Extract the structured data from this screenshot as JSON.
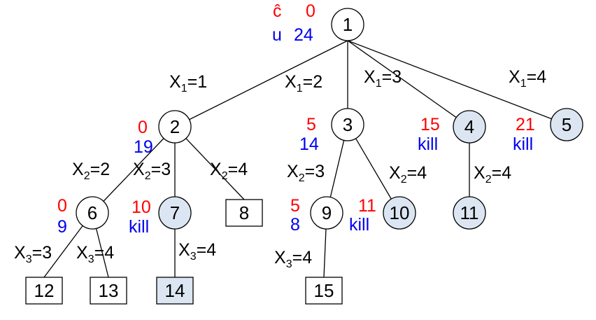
{
  "legend": {
    "cost_symbol": "ĉ",
    "cost_value": "0",
    "bound_symbol": "u",
    "bound_value": "24"
  },
  "colors": {
    "cost": "#ff0000",
    "bound": "#0000ee",
    "killed_fill": "#dce6f2",
    "node_fill": "#ffffff"
  },
  "nodes": [
    {
      "id": "1",
      "label": "1",
      "shape": "circle",
      "killed": false
    },
    {
      "id": "2",
      "label": "2",
      "shape": "circle",
      "killed": false,
      "cost": "0",
      "bound": "19"
    },
    {
      "id": "3",
      "label": "3",
      "shape": "circle",
      "killed": false,
      "cost": "5",
      "bound": "14"
    },
    {
      "id": "4",
      "label": "4",
      "shape": "circle",
      "killed": true,
      "cost": "15",
      "bound": "kill"
    },
    {
      "id": "5",
      "label": "5",
      "shape": "circle",
      "killed": true,
      "cost": "21",
      "bound": "kill"
    },
    {
      "id": "6",
      "label": "6",
      "shape": "circle",
      "killed": false,
      "cost": "0",
      "bound": "9"
    },
    {
      "id": "7",
      "label": "7",
      "shape": "circle",
      "killed": true,
      "cost": "10",
      "bound": "kill"
    },
    {
      "id": "8",
      "label": "8",
      "shape": "box",
      "killed": false
    },
    {
      "id": "9",
      "label": "9",
      "shape": "circle",
      "killed": false,
      "cost": "5",
      "bound": "8",
      "label_color": "#ff0000"
    },
    {
      "id": "10",
      "label": "10",
      "shape": "circle",
      "killed": true,
      "cost": "11",
      "bound": "kill"
    },
    {
      "id": "11",
      "label": "11",
      "shape": "circle",
      "killed": true
    },
    {
      "id": "12",
      "label": "12",
      "shape": "box",
      "killed": false
    },
    {
      "id": "13",
      "label": "13",
      "shape": "box",
      "killed": false
    },
    {
      "id": "14",
      "label": "14",
      "shape": "box",
      "killed": true
    },
    {
      "id": "15",
      "label": "15",
      "shape": "box",
      "killed": false
    }
  ],
  "edges": [
    {
      "from": "1",
      "to": "2",
      "var": "X",
      "sub": "1",
      "val": "=1"
    },
    {
      "from": "1",
      "to": "3",
      "var": "X",
      "sub": "1",
      "val": "=2"
    },
    {
      "from": "1",
      "to": "4",
      "var": "X",
      "sub": "1",
      "val": "=3"
    },
    {
      "from": "1",
      "to": "5",
      "var": "X",
      "sub": "1",
      "val": "=4"
    },
    {
      "from": "2",
      "to": "6",
      "var": "X",
      "sub": "2",
      "val": "=2"
    },
    {
      "from": "2",
      "to": "7",
      "var": "X",
      "sub": "2",
      "val": "=3"
    },
    {
      "from": "2",
      "to": "8",
      "var": "X",
      "sub": "2",
      "val": "=4"
    },
    {
      "from": "3",
      "to": "9",
      "var": "X",
      "sub": "2",
      "val": "=3"
    },
    {
      "from": "3",
      "to": "10",
      "var": "X",
      "sub": "2",
      "val": "=4"
    },
    {
      "from": "4",
      "to": "11",
      "var": "X",
      "sub": "2",
      "val": "=4"
    },
    {
      "from": "6",
      "to": "12",
      "var": "X",
      "sub": "3",
      "val": "=3"
    },
    {
      "from": "6",
      "to": "13",
      "var": "X",
      "sub": "3",
      "val": "=4"
    },
    {
      "from": "7",
      "to": "14",
      "var": "X",
      "sub": "3",
      "val": "=4"
    },
    {
      "from": "9",
      "to": "15",
      "var": "X",
      "sub": "3",
      "val": "=4"
    }
  ]
}
